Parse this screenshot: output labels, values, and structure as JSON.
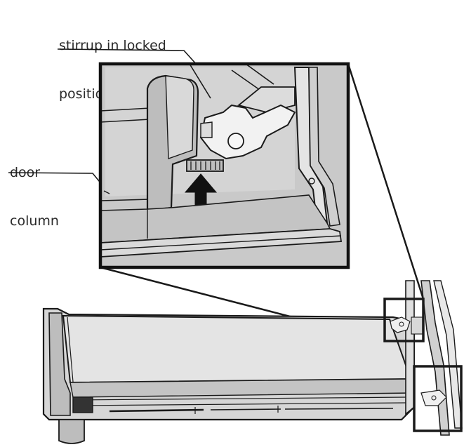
{
  "callouts": {
    "stirrup_line1": "stirrup in locked",
    "stirrup_line2": "position",
    "door_line1": "door",
    "door_line2": "column"
  },
  "colors": {
    "outline": "#1a1a1a",
    "panel_fill": "#cfcfcf",
    "tray_fill": "#e2e2e2",
    "shade": "#b8b8b8",
    "background": "#ffffff"
  },
  "icons": [
    "up-arrow-icon",
    "stirrup-latch-icon"
  ]
}
